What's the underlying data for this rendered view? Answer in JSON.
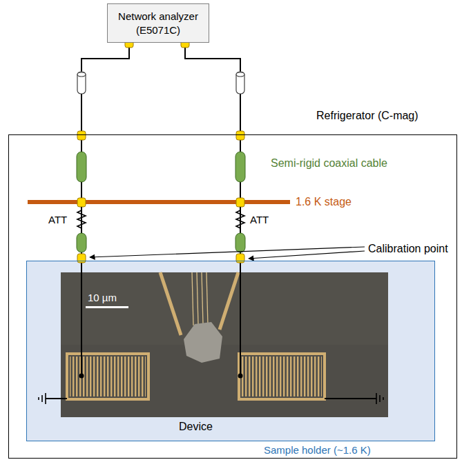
{
  "diagram": {
    "nodes": [
      {
        "text": [
          "Network analyzer",
          "(E5071C)"
        ]
      },
      {
        "text": [
          "Refrigerator (C-mag)"
        ]
      },
      {
        "text": [
          "Sample holder (~1.6 K)"
        ],
        "in": 1
      },
      {
        "text": [
          "Device"
        ],
        "in": 2
      }
    ],
    "edges": [
      {
        "from": 0,
        "to": 3,
        "arrow": "none"
      },
      {
        "from": 0,
        "to": 3,
        "arrow": "none"
      }
    ],
    "labels": [
      "Semi-rigid coaxial cable",
      "1.6 K stage",
      "ATT",
      "ATT",
      "Calibration point",
      "10 µm"
    ]
  }
}
